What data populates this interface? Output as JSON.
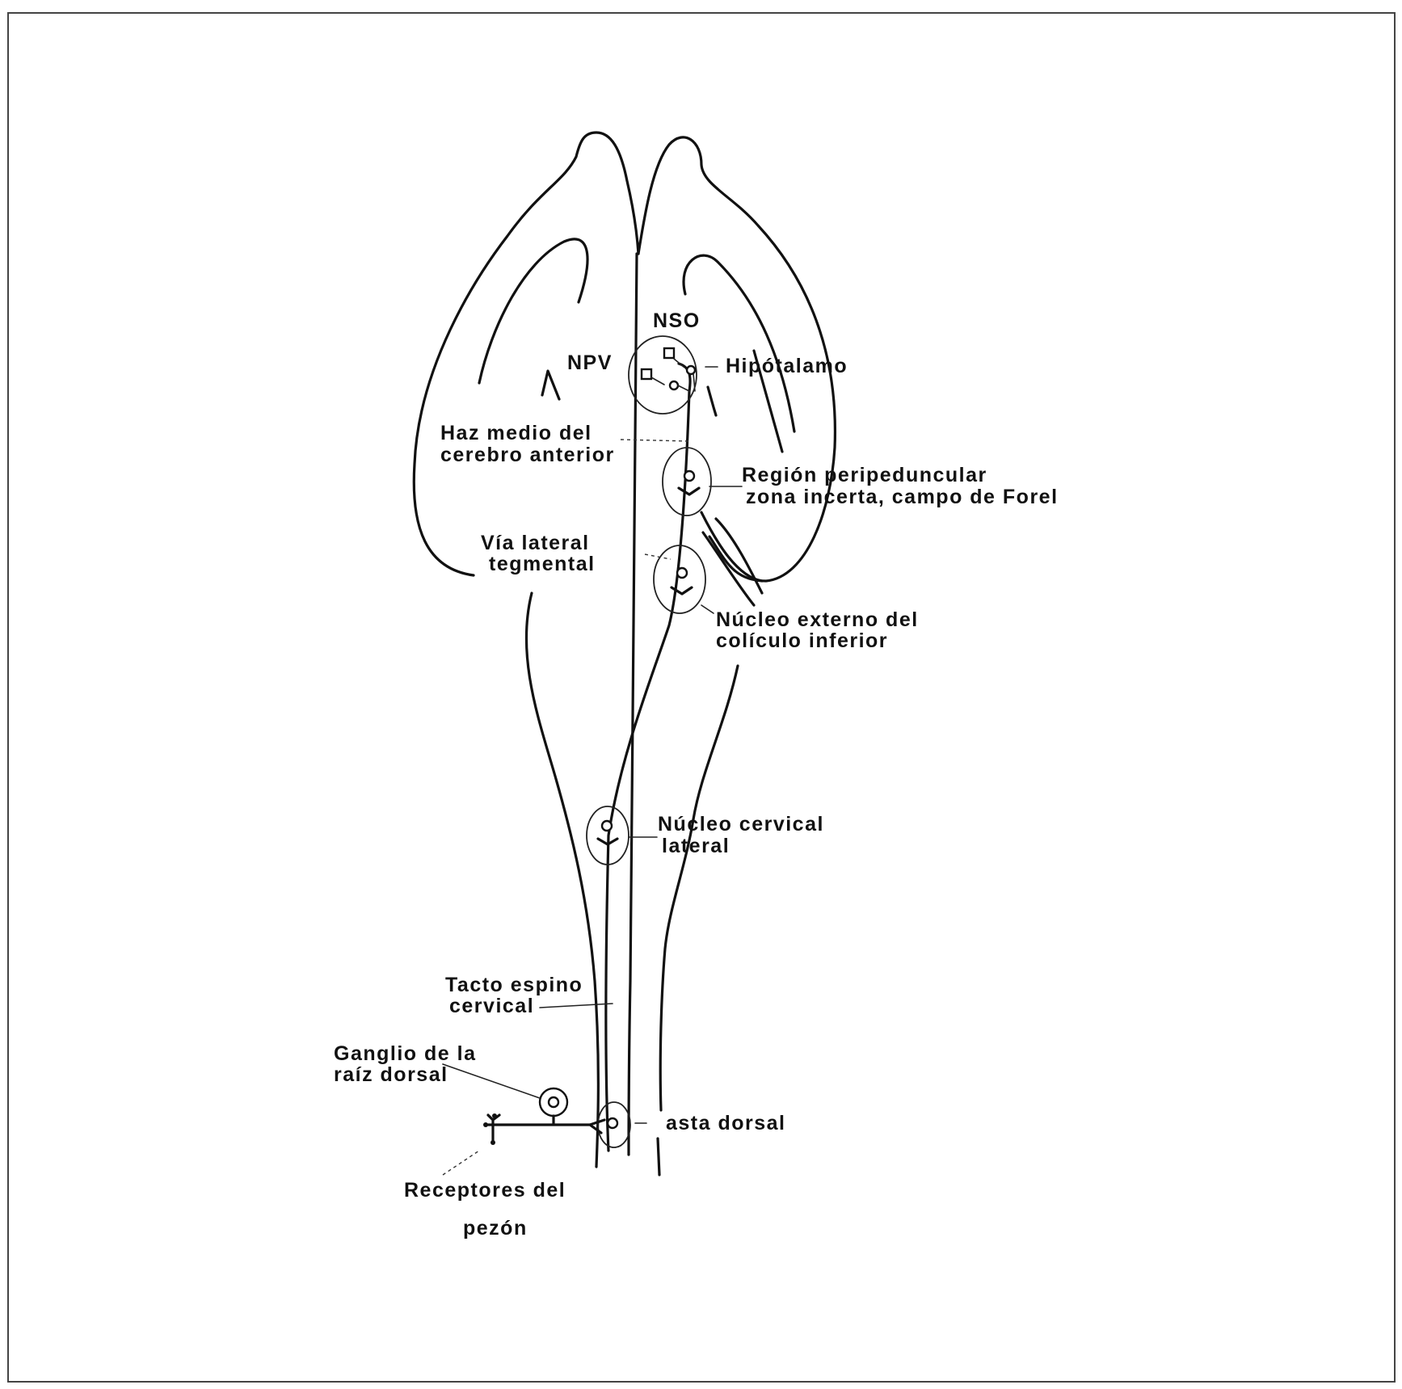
{
  "labels": {
    "nso": "NSO",
    "npv": "NPV",
    "hipotalamo": "Hipótalamo",
    "haz_1": "Haz medio del",
    "haz_2": "cerebro anterior",
    "region_1": "Región peripeduncular",
    "region_2": "zona incerta, campo de Forel",
    "via_1": "Vía lateral",
    "via_2": "tegmental",
    "nucleo_ext_1": "Núcleo externo del",
    "nucleo_ext_2": "colículo inferior",
    "nucleo_cerv_1": "Núcleo cervical",
    "nucleo_cerv_2": "lateral",
    "tracto_1": "Tacto espino",
    "tracto_2": "cervical",
    "ganglio_1": "Ganglio de la",
    "ganglio_2": "raíz dorsal",
    "asta": "asta dorsal",
    "receptores_1": "Receptores del",
    "receptores_2": "pezón"
  }
}
